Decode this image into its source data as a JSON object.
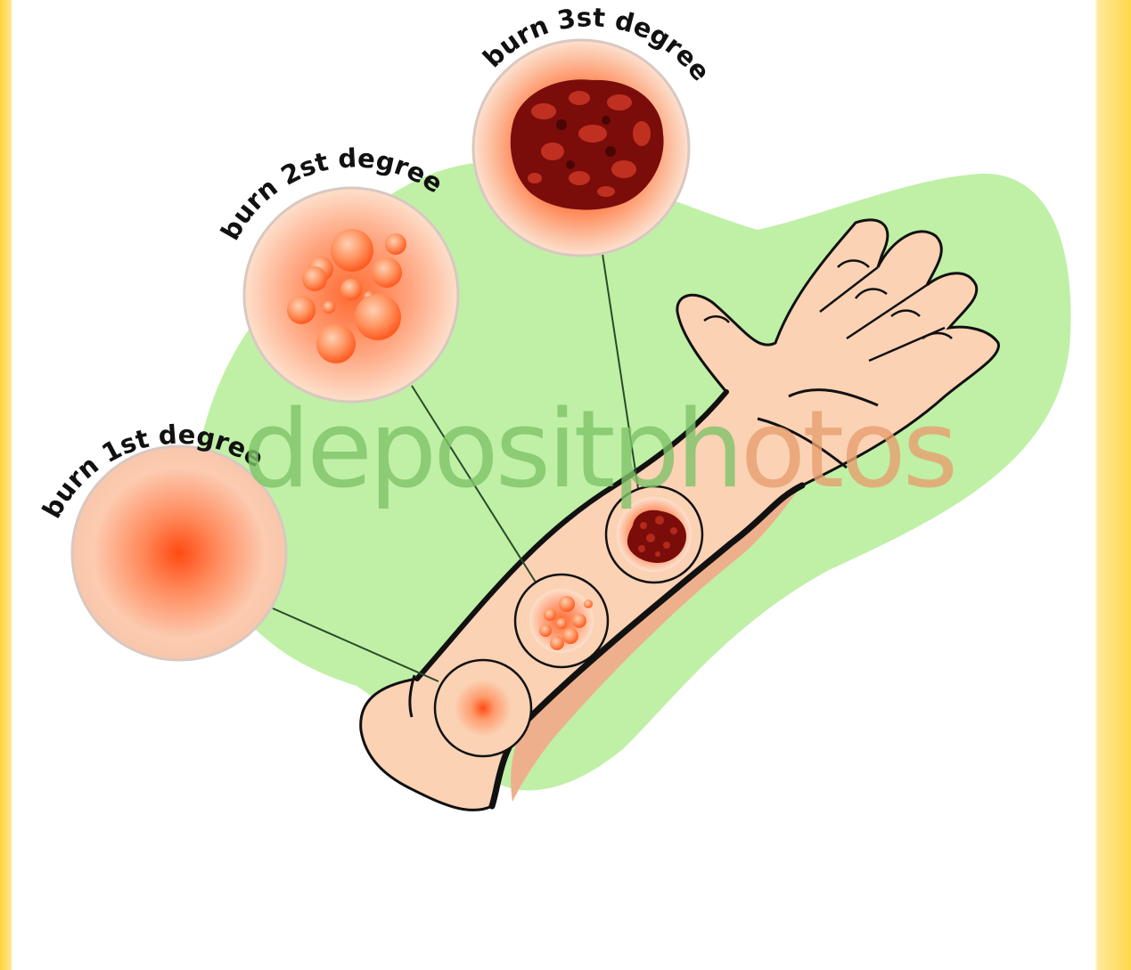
{
  "labels": {
    "first": "burn 1st degree",
    "second": "burn 2st degree",
    "third": "burn 3st degree"
  },
  "watermark": {
    "part1": "depositph",
    "part2": "otos"
  },
  "colors": {
    "backdrop_green": "#bff0a6",
    "skin": "#fbd2b4",
    "skin_shadow": "#eeb08c",
    "burn_red": "#ff4a12",
    "deep_burn": "#7a0d0a",
    "outline": "#111111",
    "frame_yellow": "#ffd23a"
  }
}
